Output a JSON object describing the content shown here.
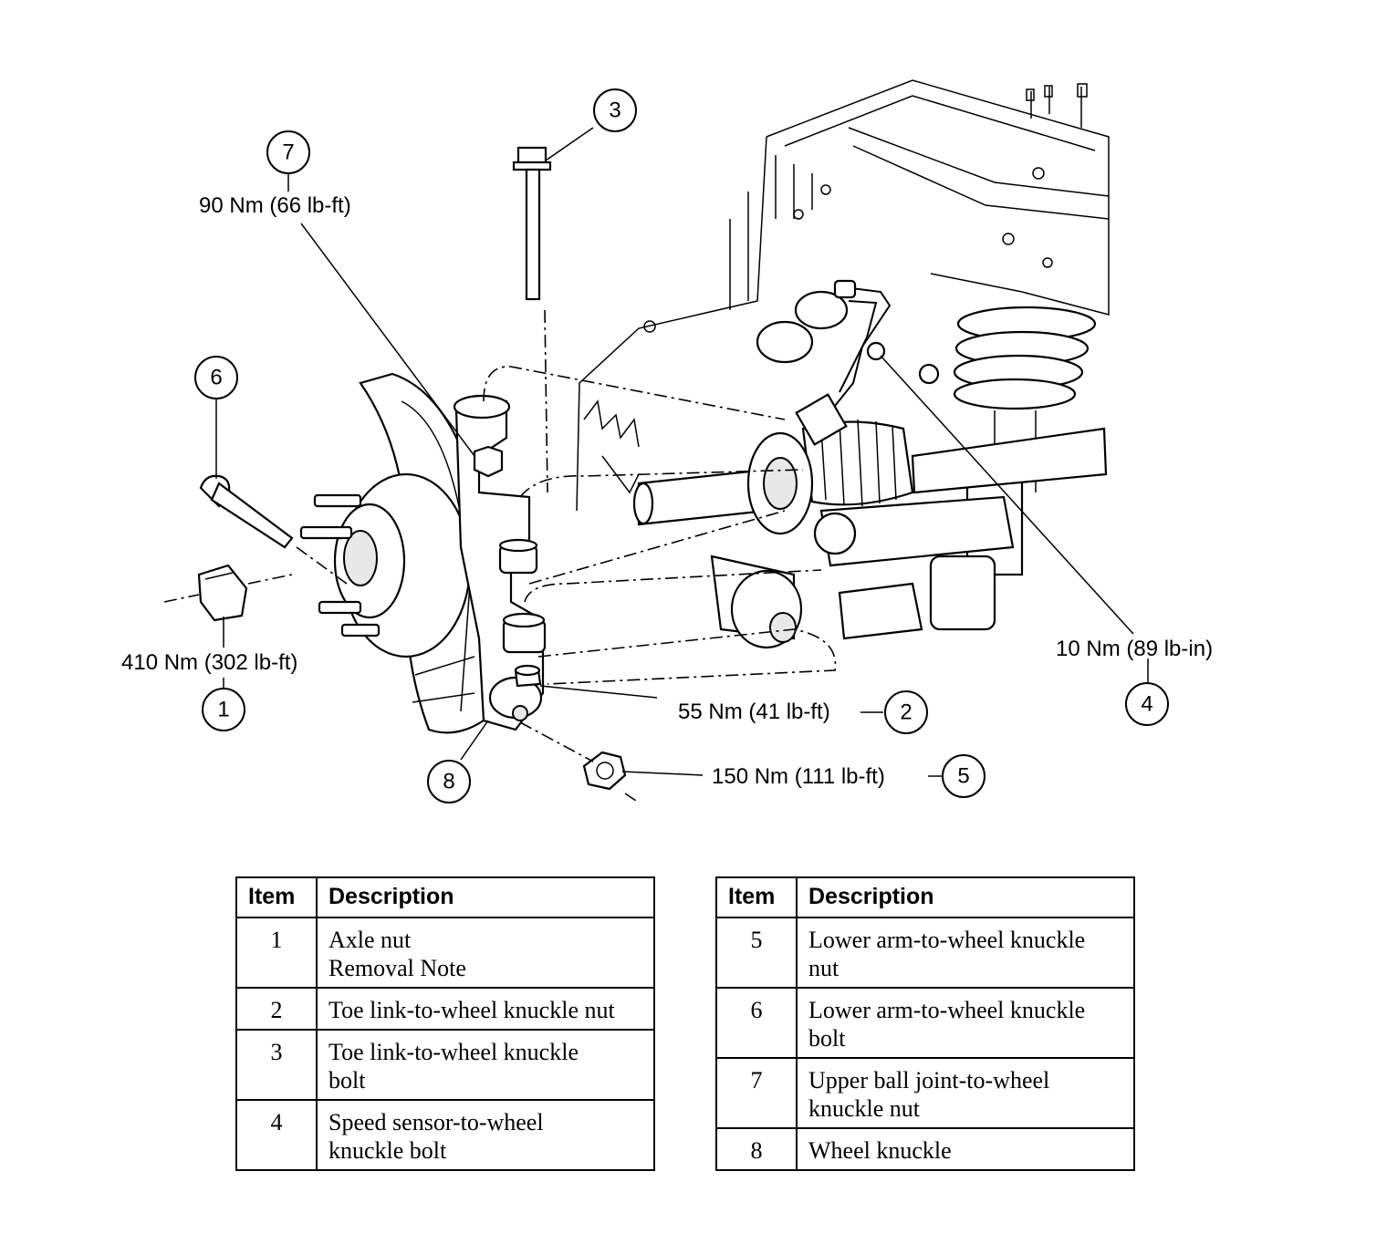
{
  "callouts": [
    {
      "num": "1",
      "torque": "410 Nm (302 lb-ft)"
    },
    {
      "num": "2",
      "torque": "55 Nm (41 lb-ft)"
    },
    {
      "num": "3",
      "torque": ""
    },
    {
      "num": "4",
      "torque": "10 Nm (89 lb-in)"
    },
    {
      "num": "5",
      "torque": "150 Nm (111 lb-ft)"
    },
    {
      "num": "6",
      "torque": ""
    },
    {
      "num": "7",
      "torque": "90 Nm (66 lb-ft)"
    },
    {
      "num": "8",
      "torque": ""
    }
  ],
  "tables": [
    {
      "headers": {
        "item": "Item",
        "description": "Description"
      },
      "rows": [
        {
          "item": "1",
          "lines": [
            "Axle nut",
            "Removal Note"
          ]
        },
        {
          "item": "2",
          "lines": [
            "Toe link-to-wheel knuckle nut"
          ]
        },
        {
          "item": "3",
          "lines": [
            "Toe link-to-wheel knuckle",
            "bolt"
          ]
        },
        {
          "item": "4",
          "lines": [
            "Speed sensor-to-wheel",
            "knuckle bolt"
          ]
        }
      ]
    },
    {
      "headers": {
        "item": "Item",
        "description": "Description"
      },
      "rows": [
        {
          "item": "5",
          "lines": [
            "Lower arm-to-wheel knuckle",
            "nut"
          ]
        },
        {
          "item": "6",
          "lines": [
            "Lower arm-to-wheel knuckle",
            "bolt"
          ]
        },
        {
          "item": "7",
          "lines": [
            "Upper ball joint-to-wheel",
            "knuckle nut"
          ]
        },
        {
          "item": "8",
          "lines": [
            "Wheel knuckle"
          ]
        }
      ]
    }
  ]
}
